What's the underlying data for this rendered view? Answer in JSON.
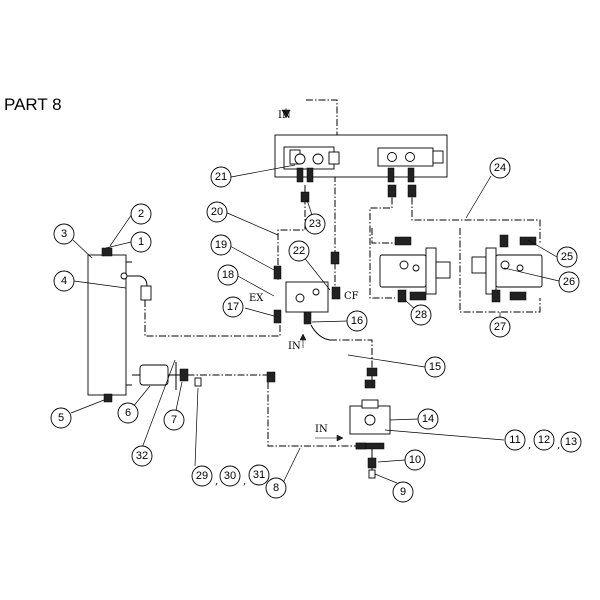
{
  "title": "PART 8",
  "flow_labels": {
    "in_top": "IN",
    "in_mid": "IN",
    "in_bottom": "IN",
    "ex": "EX",
    "cf": "CF"
  },
  "callouts": {
    "c1": "1",
    "c2": "2",
    "c3": "3",
    "c4": "4",
    "c5": "5",
    "c6": "6",
    "c7": "7",
    "c8": "8",
    "c9": "9",
    "c10": "10",
    "c11": "11",
    "c12": "12",
    "c13": "13",
    "c14": "14",
    "c15": "15",
    "c16": "16",
    "c17": "17",
    "c18": "18",
    "c19": "19",
    "c20": "20",
    "c21": "21",
    "c22": "22",
    "c23": "23",
    "c24": "24",
    "c25": "25",
    "c26": "26",
    "c27": "27",
    "c28": "28",
    "c29": "29",
    "c30": "30",
    "c31": "31",
    "c32": "32"
  },
  "separators": {
    "s11": ",",
    "s12": ",",
    "s29": ",",
    "s30": ","
  }
}
